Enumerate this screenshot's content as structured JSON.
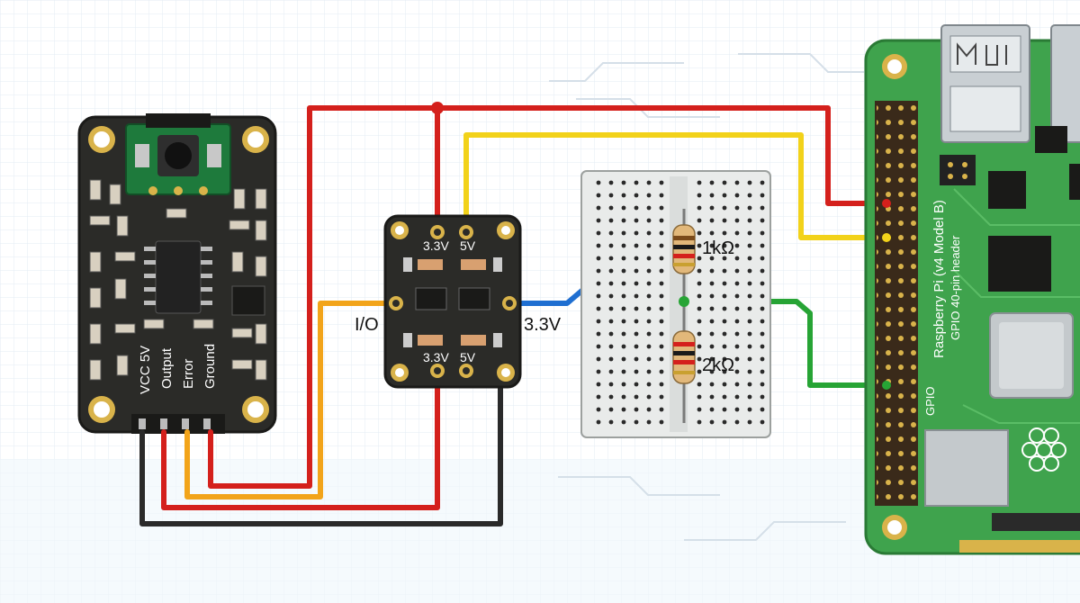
{
  "sensor": {
    "pins": [
      "VCC 5V",
      "Output",
      "Error",
      "Ground"
    ]
  },
  "level_shifter": {
    "top_left_label": "3.3V",
    "top_right_label": "5V",
    "bottom_left_label": "3.3V",
    "bottom_right_label": "5V",
    "left_side_label": "I/O",
    "right_side_label": "3.3V"
  },
  "breadboard": {
    "resistor_top_label": "1kΩ",
    "resistor_bottom_label": "2kΩ"
  },
  "raspberry_pi": {
    "board_label": "Raspberry Pi (v4 Model B)",
    "header_label": "GPIO 40-pin header",
    "gpio_label": "GPIO"
  },
  "wire_colors": {
    "red": "#d4201c",
    "yellow": "#f2d21a",
    "blue": "#1f6fd1",
    "green": "#27a435",
    "orange": "#ef8a1a",
    "black": "#2a2a2a",
    "board_dark": "#2b2b28",
    "pi_green": "#3fa34d"
  }
}
